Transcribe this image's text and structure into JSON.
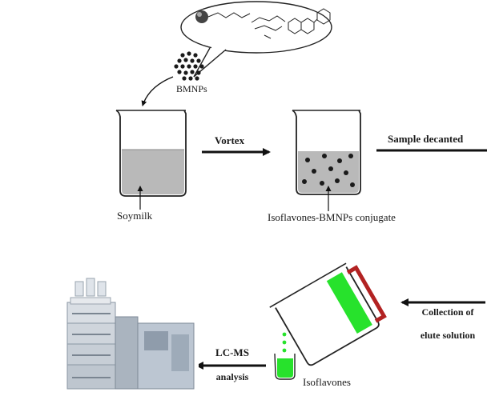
{
  "labels": {
    "bmnps": "BMNPs",
    "soymilk": "Soymilk",
    "vortex": "Vortex",
    "sample_decanted": "Sample decanted",
    "conjugate": "Isoflavones-BMNPs conjugate",
    "collection_line1": "Collection of",
    "collection_line2": "elute solution",
    "lcms_line1": "LC-MS",
    "lcms_line2": "analysis",
    "isoflavones": "Isoflavones"
  },
  "colors": {
    "liquid": "#b9b9b9",
    "elute": "#27e22c",
    "particle": "#1a1a1a",
    "arrow": "#111111",
    "outline": "#222222"
  },
  "icons": [
    "nanoparticle-cluster-icon",
    "magnetic-bead-icon",
    "molecule-structure-icon",
    "lc-ms-instrument-icon"
  ]
}
